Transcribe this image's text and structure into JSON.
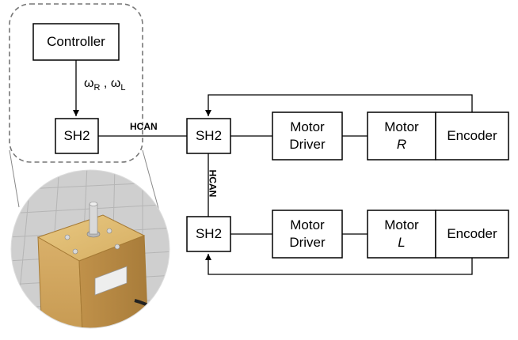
{
  "controller_label": "Controller",
  "omega_r": "ω",
  "omega_r_sub": "R",
  "omega_sep": ",",
  "omega_l": "ω",
  "omega_l_sub": "L",
  "sh2_top_left": "SH2",
  "hcan_horizontal": "HCAN",
  "hcan_vertical": "HCAN",
  "sh2_right_top": "SH2",
  "sh2_right_bottom": "SH2",
  "motor_driver_top": [
    "Motor",
    "Driver"
  ],
  "motor_driver_bottom": [
    "Motor",
    "Driver"
  ],
  "motor_r": [
    "Motor",
    "R"
  ],
  "motor_l": [
    "Motor",
    "L"
  ],
  "encoder_top": "Encoder",
  "encoder_bottom": "Encoder",
  "photo_device_label": "motor-with-encoder-photo"
}
